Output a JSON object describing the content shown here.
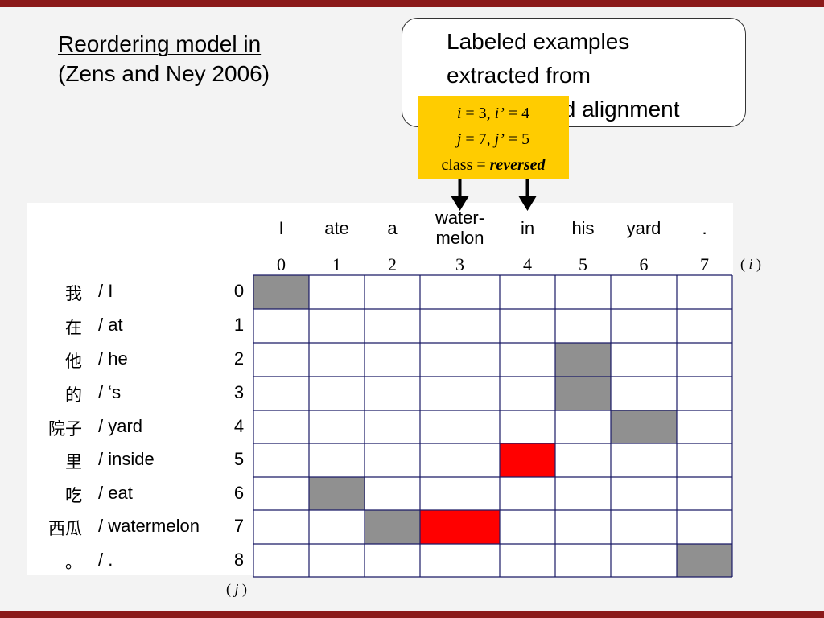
{
  "title": {
    "line1": "Reordering model in",
    "line2": "(Zens and Ney 2006)"
  },
  "callout": {
    "line1": "Labeled examples",
    "line2": "extracted from",
    "line3": "word-aligned alignment"
  },
  "note": {
    "i_label": "i",
    "i_value": " = 3, ",
    "ip_label": "i’",
    "ip_value": " = 4",
    "j_label": "j",
    "j_value": " = 7, ",
    "jp_label": "j’",
    "jp_value": " = 5",
    "class_prefix": "class = ",
    "class_value": "reversed"
  },
  "axis_i": {
    "open": "( ",
    "label": "i",
    "close": " )"
  },
  "axis_j": {
    "open": "( ",
    "label": "j",
    "close": " )"
  },
  "target_words": [
    "I",
    "ate",
    "a",
    "water-\nmelon",
    "in",
    "his",
    "yard",
    "."
  ],
  "target_indices": [
    "0",
    "1",
    "2",
    "3",
    "4",
    "5",
    "6",
    "7"
  ],
  "source_rows": [
    {
      "zh": "我",
      "en": "/ I",
      "index": "0"
    },
    {
      "zh": "在",
      "en": "/ at",
      "index": "1"
    },
    {
      "zh": "他",
      "en": "/ he",
      "index": "2"
    },
    {
      "zh": "的",
      "en": "/ ‘s",
      "index": "3"
    },
    {
      "zh": "院子",
      "en": "/ yard",
      "index": "4"
    },
    {
      "zh": "里",
      "en": "/ inside",
      "index": "5"
    },
    {
      "zh": "吃",
      "en": "/ eat",
      "index": "6"
    },
    {
      "zh": "西瓜",
      "en": "/ watermelon",
      "index": "7"
    },
    {
      "zh": "。",
      "en": "/ .",
      "index": "8"
    }
  ],
  "alignment": {
    "aligned": [
      [
        0,
        0
      ],
      [
        5,
        2
      ],
      [
        5,
        3
      ],
      [
        6,
        4
      ],
      [
        1,
        6
      ],
      [
        2,
        7
      ],
      [
        7,
        8
      ]
    ],
    "highlighted": [
      [
        4,
        5
      ],
      [
        3,
        7
      ]
    ]
  },
  "colors": {
    "aligned": "#909090",
    "highlighted": "#ff0000",
    "grid": "#1a1a66",
    "note_bg": "#ffcc00",
    "bar": "#8b1a1a"
  },
  "arrows": {
    "targets": [
      3,
      4
    ]
  }
}
